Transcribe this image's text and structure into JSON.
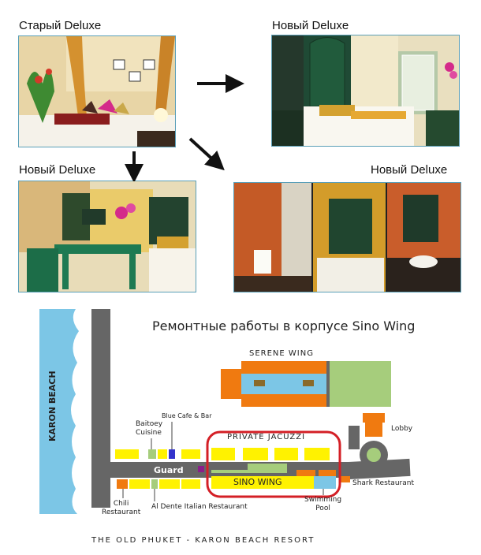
{
  "photos": {
    "old_deluxe_label": "Старый Deluxe",
    "new_deluxe_label_top": "Новый Deluxe",
    "new_deluxe_label_left": "Новый Deluxe",
    "new_deluxe_label_right": "Новый Deluxe"
  },
  "map": {
    "title": "Ремонтные работы в корпусе Sino Wing",
    "beach": "KARON BEACH",
    "serene_wing": "SERENE WING",
    "private_jacuzzi": "PRIVATE JACUZZI",
    "sino_wing": "SINO WING",
    "guard": "Guard",
    "blue_cafe": "Blue Cafe & Bar",
    "baitoey": "Baitoey\nCuisine",
    "chili": "Chili\nRestaurant",
    "al_dente": "Al Dente Italian Restaurant",
    "swimming_pool": "Swimming\nPool",
    "shark": "Shark Restaurant",
    "lobby": "Lobby",
    "footer": "THE OLD PHUKET -  KARON BEACH RESORT"
  },
  "colors": {
    "sea": "#7cc6e6",
    "road": "#666666",
    "building_orange": "#f07a10",
    "building_yellow": "#fff200",
    "building_green": "#a6cd7c",
    "highlight_red": "#d41f26"
  }
}
